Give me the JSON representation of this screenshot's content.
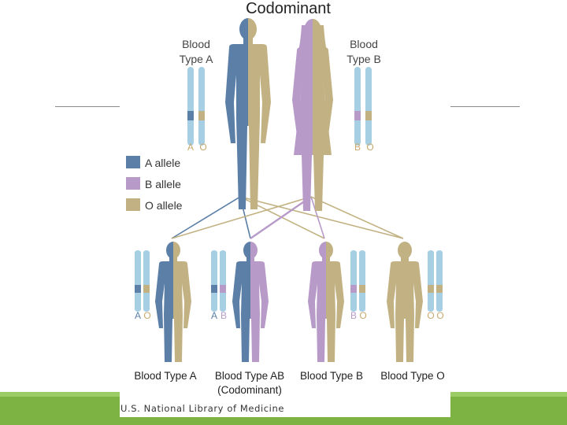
{
  "title": "Codominant",
  "parents": {
    "father_label_line1": "Blood",
    "father_label_line2": "Type A",
    "mother_label_line1": "Blood",
    "mother_label_line2": "Type B",
    "father_alleles": [
      "A",
      "O"
    ],
    "mother_alleles": [
      "B",
      "O"
    ]
  },
  "legend": [
    {
      "label": "A allele",
      "color": "#5b7fa6"
    },
    {
      "label": "B allele",
      "color": "#b79ac8"
    },
    {
      "label": "O allele",
      "color": "#c2b283"
    }
  ],
  "children": [
    {
      "label": "Blood Type A",
      "label2": "",
      "alleles": [
        "A",
        "O"
      ]
    },
    {
      "label": "Blood Type AB",
      "label2": "(Codominant)",
      "alleles": [
        "A",
        "B"
      ]
    },
    {
      "label": "Blood Type B",
      "label2": "",
      "alleles": [
        "B",
        "O"
      ]
    },
    {
      "label": "Blood Type O",
      "label2": "",
      "alleles": [
        "O",
        "O"
      ]
    }
  ],
  "credit": "U.S. National Library of Medicine",
  "colors": {
    "a_allele": "#5b7fa6",
    "b_allele": "#b79ac8",
    "o_allele": "#c2b283",
    "chromosome": "#a6cfe3",
    "allele_text": "#c9a96e",
    "accent_green": "#7cb342"
  }
}
